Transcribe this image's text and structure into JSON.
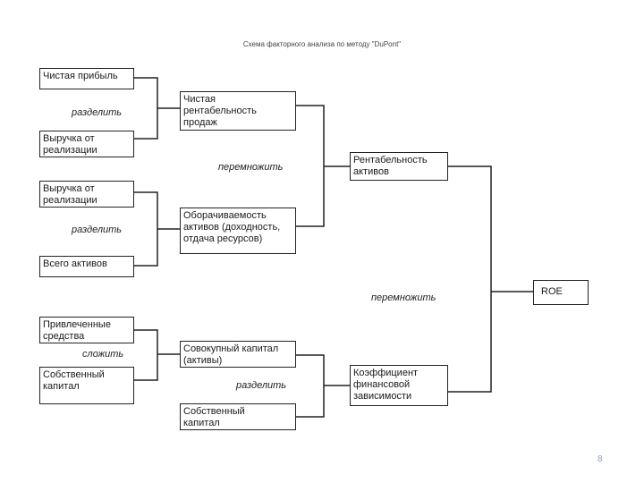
{
  "title": "Схема факторного анализа по методу \"DuPont\"",
  "boxes": {
    "net_profit": "Чистая прибыль",
    "sales_revenue_1": "Выручка от\nреализации",
    "sales_revenue_2": "Выручка от\nреализации",
    "total_assets": "Всего активов",
    "borrowed_funds": "Привлеченные\nсредства",
    "own_capital_1": "Собственный\nкапитал",
    "net_margin": "Чистая\nрентабельность\nпродаж",
    "asset_turnover": "Оборачиваемость\nактивов (доходность,\nотдача ресурсов)",
    "total_capital": "Совокупный капитал\n(активы)",
    "own_capital_2": "Собственный\nкапитал",
    "roa": "Рентабельность\nактивов",
    "fin_leverage": "Коэффициент\nфинансовой\nзависимости",
    "roe": "ROE"
  },
  "operations": {
    "divide_1": "разделить",
    "divide_2": "разделить",
    "add": "сложить",
    "divide_3": "разделить",
    "multiply_1": "перемножить",
    "multiply_2": "перемножить"
  },
  "page_number": "8"
}
